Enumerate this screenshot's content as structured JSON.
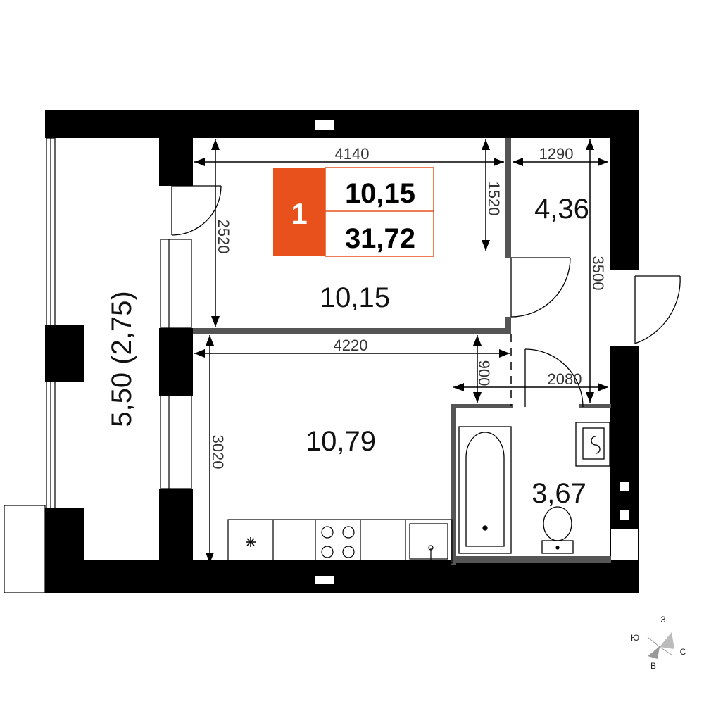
{
  "badge": {
    "rooms": "1",
    "living_area": "10,15",
    "total_area": "31,72",
    "accent_color": "#e8501c"
  },
  "rooms": {
    "room1_area": "10,15",
    "hall_area": "4,36",
    "kitchen_area": "10,79",
    "bathroom_area": "3,67",
    "balcony_area": "5,50 (2,75)"
  },
  "dimensions": {
    "room1_width": "4140",
    "room1_depth": "2520",
    "hall_top_offset": "1520",
    "hall_width": "1290",
    "hall_length": "3500",
    "kitchen_width": "4220",
    "kitchen_depth": "3020",
    "kitchen_door_offset": "900",
    "bath_width": "2080"
  },
  "compass": {
    "north": "З",
    "east": "С",
    "south": "В",
    "west": "Ю"
  }
}
